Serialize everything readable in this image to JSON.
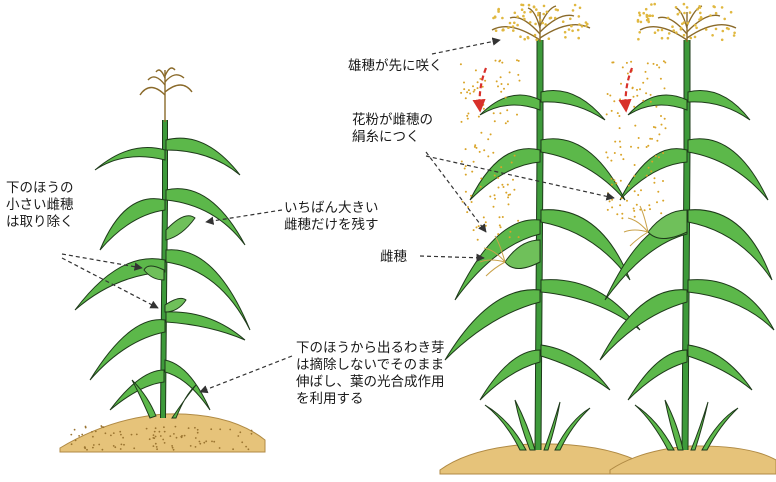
{
  "labels": {
    "lower_ears": [
      "下のほうの",
      "小さい雌穂",
      "は取り除く"
    ],
    "keep_largest": [
      "いちばん大きい",
      "雌穂だけを残す"
    ],
    "side_shoots": [
      "下のほうから出るわき芽",
      "は摘除しないでそのまま",
      "伸ばし、葉の光合成作用",
      "を利用する"
    ],
    "tassel_first": "雄穂が先に咲く",
    "pollen_silk": [
      "花粉が雌穂の",
      "絹糸につく"
    ],
    "female_ear": "雌穂"
  },
  "colors": {
    "stem": "#3d9a3a",
    "leaf": "#5cb84a",
    "leaf_dark": "#2f7a2c",
    "outline": "#1e3a1a",
    "tassel": "#e0b840",
    "pollen": "#d9a428",
    "soil": "#e6c37a",
    "soil_dot": "#9a7430",
    "silk": "#c9a24a",
    "arrow_red": "#d8302a",
    "leader": "#333333"
  }
}
